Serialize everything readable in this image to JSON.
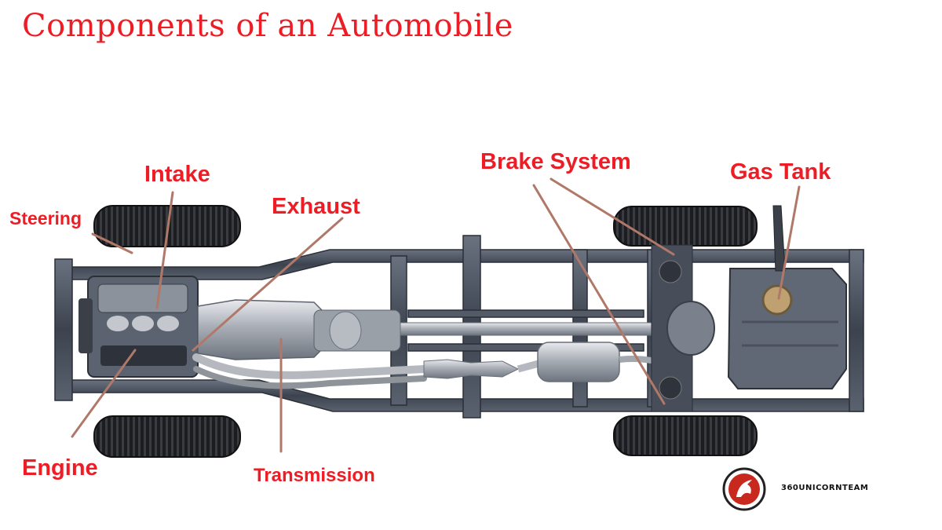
{
  "slide": {
    "title": "Components of an Automobile"
  },
  "labels": {
    "intake": "Intake",
    "steering": "Steering",
    "exhaust": "Exhaust",
    "brake_system": "Brake System",
    "gas_tank": "Gas Tank",
    "engine": "Engine",
    "transmission": "Transmission"
  },
  "logo": {
    "text": "360UNICORNTEAM"
  },
  "colors": {
    "label": "#ee1c24",
    "leader_line": "#b07868",
    "frame": "#4a5261"
  }
}
